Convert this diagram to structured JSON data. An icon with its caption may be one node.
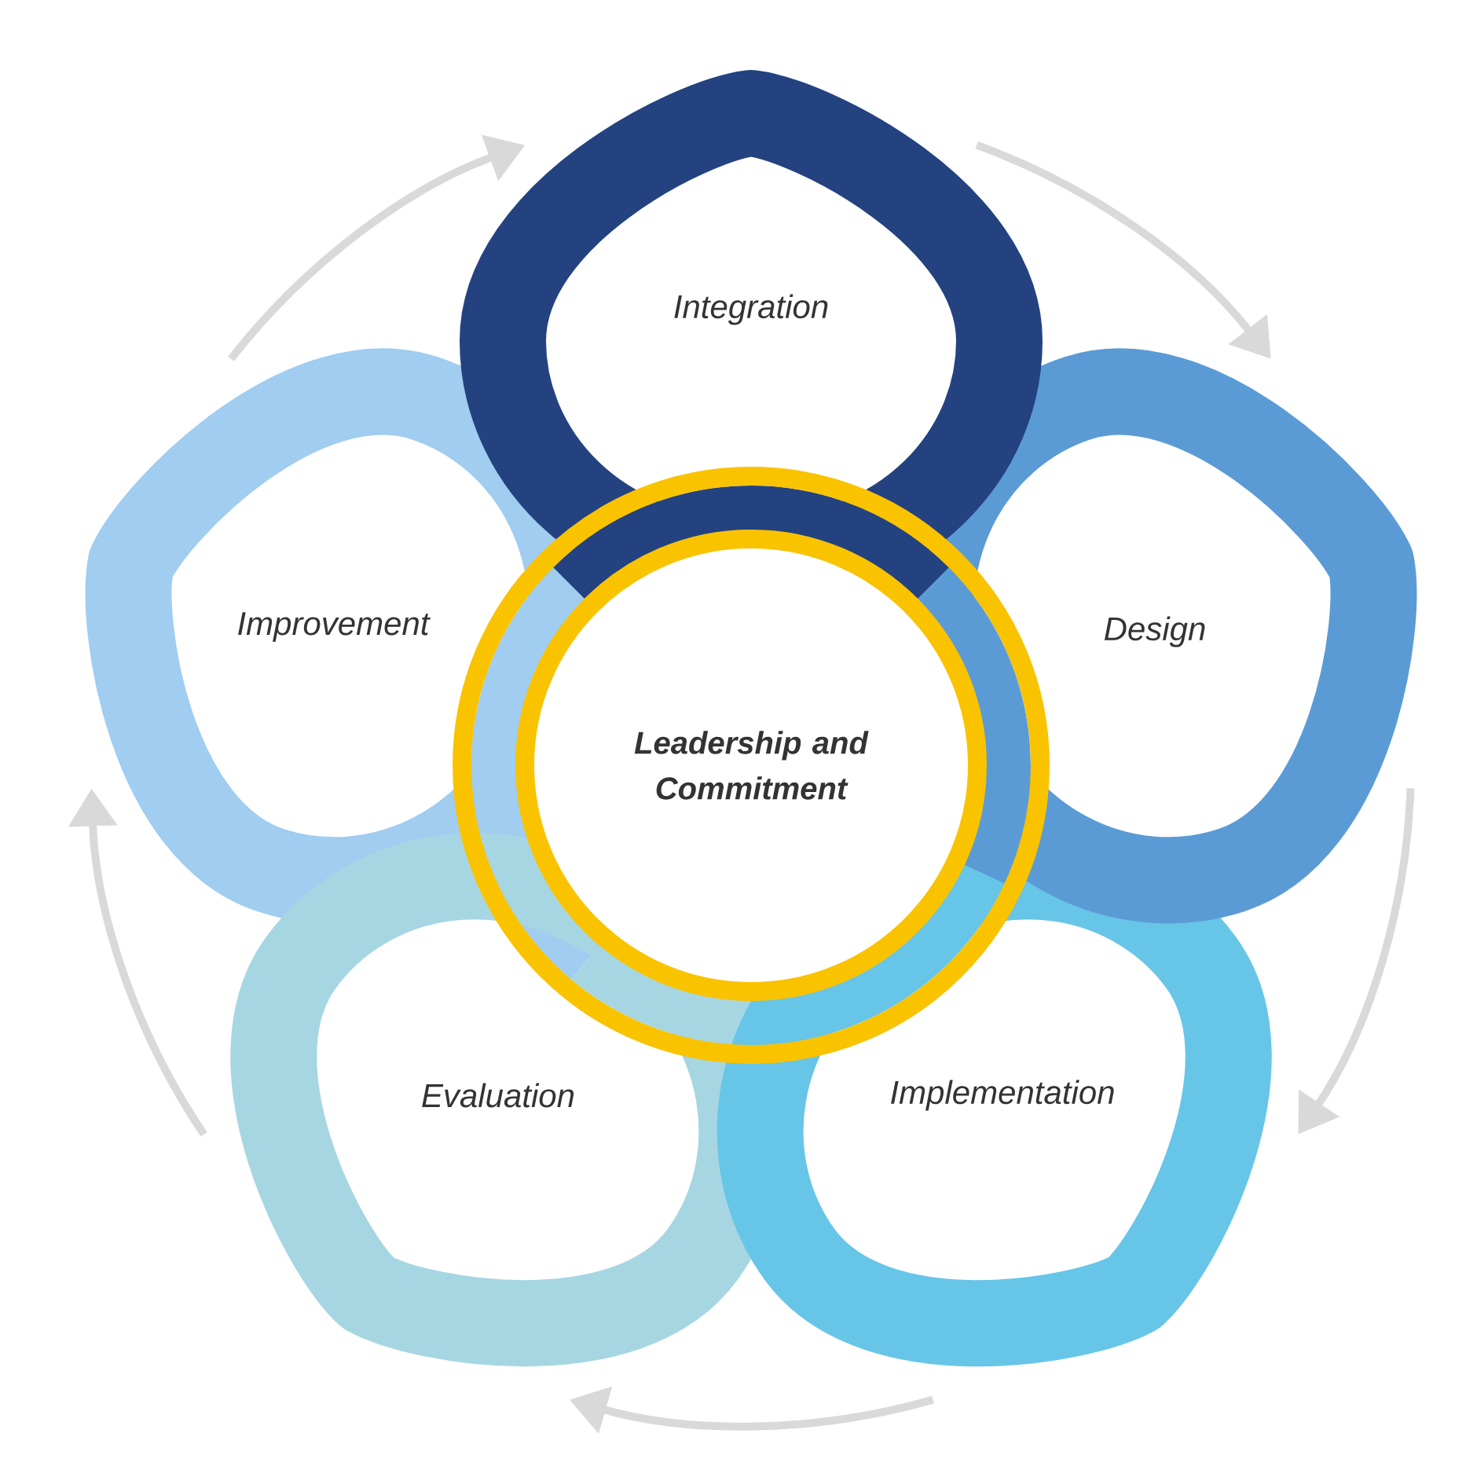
{
  "diagram": {
    "nodes": [
      {
        "text": [
          "Integration"
        ]
      },
      {
        "text": [
          "Design"
        ]
      },
      {
        "text": [
          "Implementation"
        ]
      },
      {
        "text": [
          "Evaluation"
        ]
      },
      {
        "text": [
          "Improvement"
        ]
      },
      {
        "text": [
          "Leadership and Commitment"
        ]
      }
    ],
    "edges": [
      {
        "from": 0,
        "to": 1,
        "arrow": "to"
      },
      {
        "from": 1,
        "to": 2,
        "arrow": "to"
      },
      {
        "from": 2,
        "to": 3,
        "arrow": "to"
      },
      {
        "from": 3,
        "to": 4,
        "arrow": "to"
      },
      {
        "from": 4,
        "to": 0,
        "arrow": "to"
      }
    ]
  }
}
